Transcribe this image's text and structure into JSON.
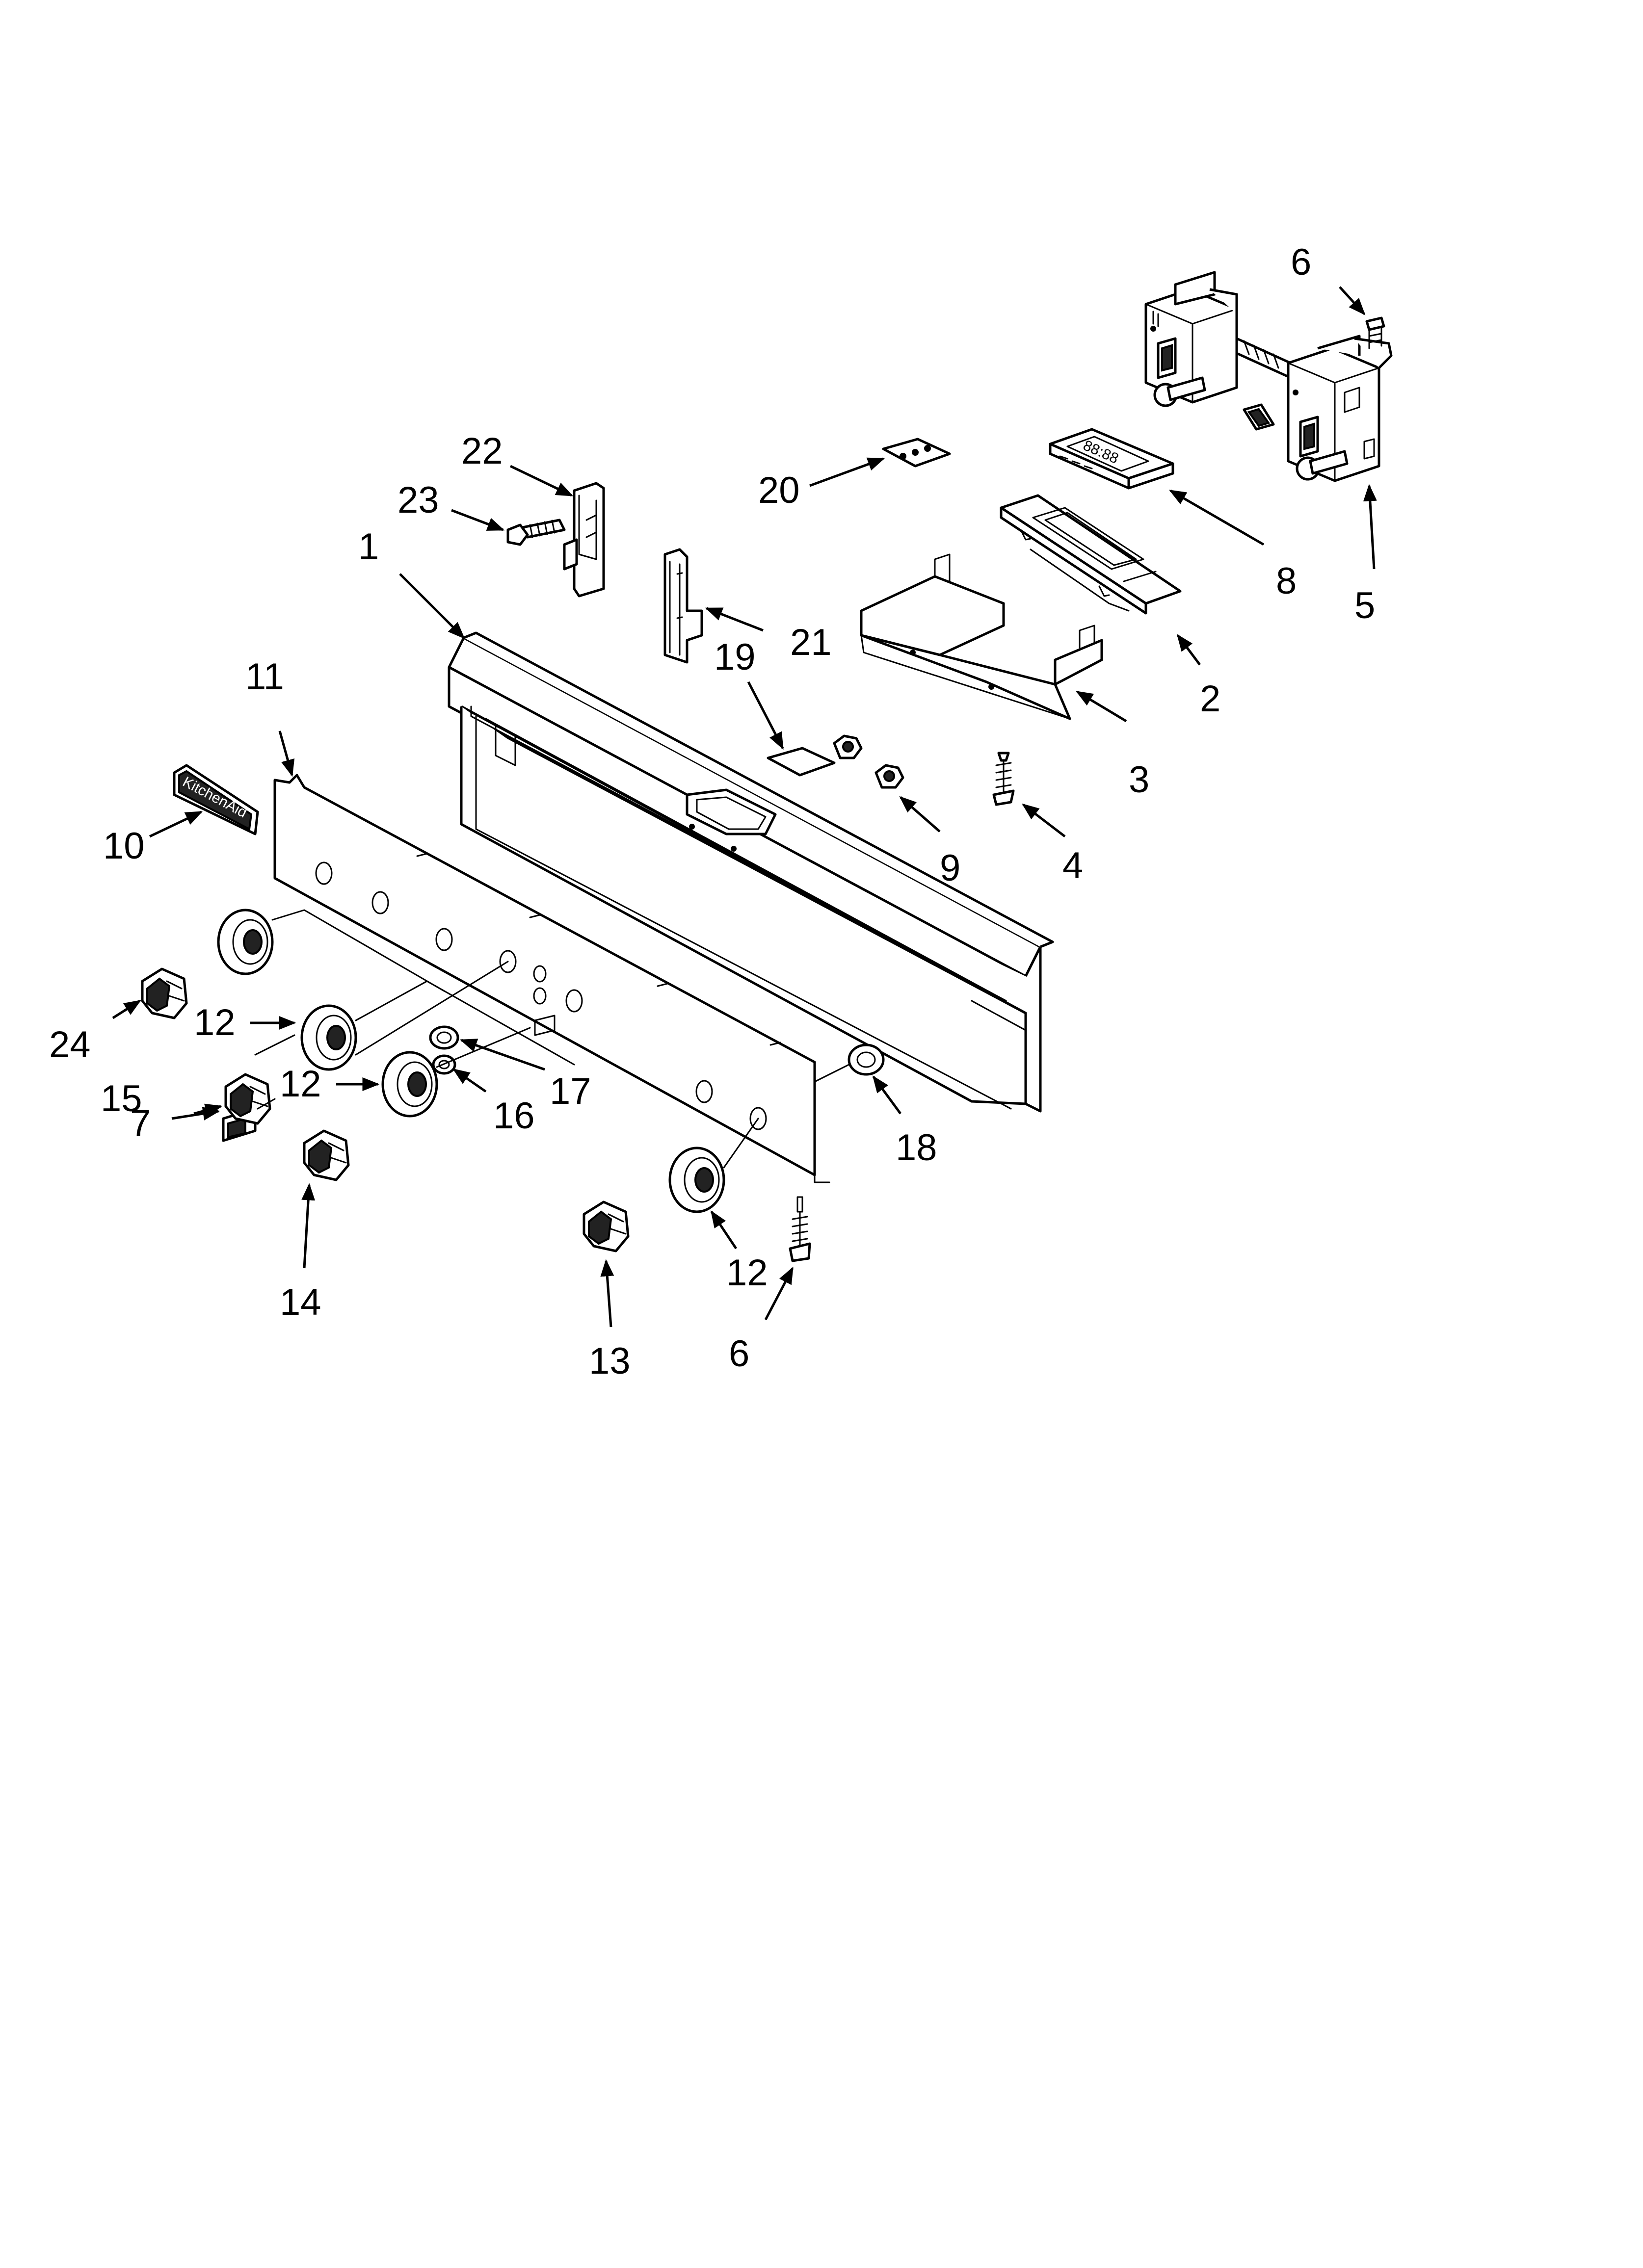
{
  "callouts": [
    {
      "id": "1",
      "label": "1"
    },
    {
      "id": "2",
      "label": "2"
    },
    {
      "id": "3",
      "label": "3"
    },
    {
      "id": "4",
      "label": "4"
    },
    {
      "id": "5",
      "label": "5"
    },
    {
      "id": "6a",
      "label": "6"
    },
    {
      "id": "6b",
      "label": "6"
    },
    {
      "id": "7",
      "label": "7"
    },
    {
      "id": "8",
      "label": "8"
    },
    {
      "id": "9",
      "label": "9"
    },
    {
      "id": "10",
      "label": "10"
    },
    {
      "id": "11",
      "label": "11"
    },
    {
      "id": "12a",
      "label": "12"
    },
    {
      "id": "12b",
      "label": "12"
    },
    {
      "id": "12c",
      "label": "12"
    },
    {
      "id": "13",
      "label": "13"
    },
    {
      "id": "14",
      "label": "14"
    },
    {
      "id": "15",
      "label": "15"
    },
    {
      "id": "16",
      "label": "16"
    },
    {
      "id": "17",
      "label": "17"
    },
    {
      "id": "18",
      "label": "18"
    },
    {
      "id": "19",
      "label": "19"
    },
    {
      "id": "20",
      "label": "20"
    },
    {
      "id": "21",
      "label": "21"
    },
    {
      "id": "22",
      "label": "22"
    },
    {
      "id": "23",
      "label": "23"
    },
    {
      "id": "24",
      "label": "24"
    }
  ],
  "parts": {
    "badge_text": "KitchenAid",
    "clock_display": "88:88"
  }
}
